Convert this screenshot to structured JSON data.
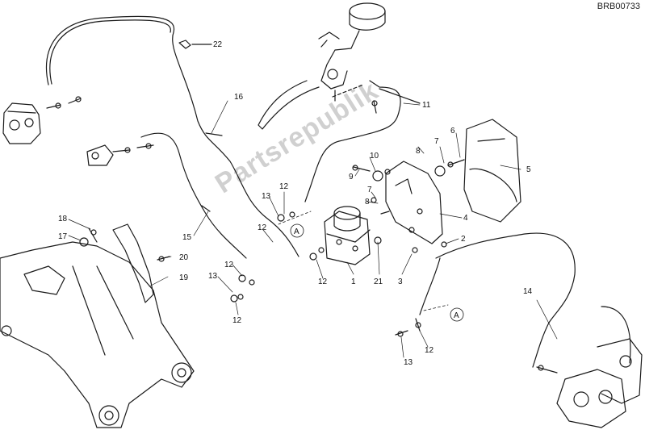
{
  "diagram": {
    "code": "BRB00733",
    "watermark": "Partsrepublik",
    "callouts": [
      "1",
      "2",
      "3",
      "4",
      "5",
      "6",
      "7",
      "8",
      "9",
      "10",
      "11",
      "12",
      "13",
      "14",
      "15",
      "16",
      "17",
      "18",
      "19",
      "20",
      "21",
      "22"
    ],
    "labels": [
      {
        "id": "22",
        "text": "22"
      },
      {
        "id": "16",
        "text": "16"
      },
      {
        "id": "11",
        "text": "11"
      },
      {
        "id": "6",
        "text": "6"
      },
      {
        "id": "7a",
        "text": "7"
      },
      {
        "id": "8a",
        "text": "8"
      },
      {
        "id": "10",
        "text": "10"
      },
      {
        "id": "9",
        "text": "9"
      },
      {
        "id": "7b",
        "text": "7"
      },
      {
        "id": "8b",
        "text": "8"
      },
      {
        "id": "5",
        "text": "5"
      },
      {
        "id": "4",
        "text": "4"
      },
      {
        "id": "2",
        "text": "2"
      },
      {
        "id": "3",
        "text": "3"
      },
      {
        "id": "21",
        "text": "21"
      },
      {
        "id": "1",
        "text": "1"
      },
      {
        "id": "12a",
        "text": "12"
      },
      {
        "id": "13a",
        "text": "13"
      },
      {
        "id": "12b",
        "text": "12"
      },
      {
        "id": "15",
        "text": "15"
      },
      {
        "id": "12c",
        "text": "12"
      },
      {
        "id": "12d",
        "text": "12"
      },
      {
        "id": "13b",
        "text": "13"
      },
      {
        "id": "12e",
        "text": "12"
      },
      {
        "id": "18",
        "text": "18"
      },
      {
        "id": "17",
        "text": "17"
      },
      {
        "id": "20",
        "text": "20"
      },
      {
        "id": "19",
        "text": "19"
      },
      {
        "id": "14",
        "text": "14"
      },
      {
        "id": "12f",
        "text": "12"
      },
      {
        "id": "13c",
        "text": "13"
      },
      {
        "id": "A1",
        "text": "A"
      },
      {
        "id": "A2",
        "text": "A"
      }
    ]
  }
}
